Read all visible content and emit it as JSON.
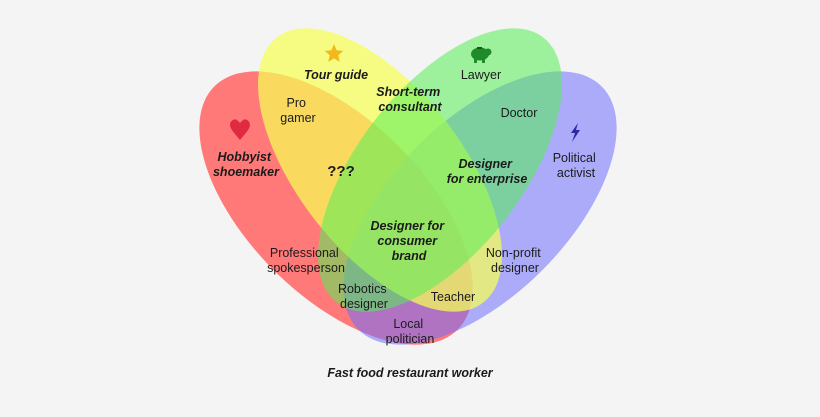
{
  "categories": {
    "red": {
      "color": "#ff6e6e",
      "icon": "heart-icon"
    },
    "yellow": {
      "color": "#f7ff55",
      "icon": "star-icon"
    },
    "green": {
      "color": "#55ee55",
      "icon": "piggy-bank-icon"
    },
    "blue": {
      "color": "#6f6fff",
      "icon": "lightning-icon"
    }
  },
  "labels": {
    "tour_guide": "Tour guide",
    "lawyer": "Lawyer",
    "short_term_consultant": [
      "Short-term",
      "consultant"
    ],
    "pro_gamer": [
      "Pro",
      "gamer"
    ],
    "doctor": "Doctor",
    "hobbyist_shoemaker": [
      "Hobbyist",
      "shoemaker"
    ],
    "unknown": "???",
    "designer_enterprise": [
      "Designer",
      "for enterprise"
    ],
    "political_activist": [
      "Political",
      "activist"
    ],
    "designer_consumer": [
      "Designer for",
      "consumer",
      "brand"
    ],
    "professional_spokesperson": [
      "Professional",
      "spokesperson"
    ],
    "non_profit_designer": [
      "Non-profit",
      "designer"
    ],
    "robotics_designer": [
      "Robotics",
      "designer"
    ],
    "teacher": "Teacher",
    "local_politician": [
      "Local",
      "politician"
    ],
    "none": "Fast food restaurant worker"
  }
}
